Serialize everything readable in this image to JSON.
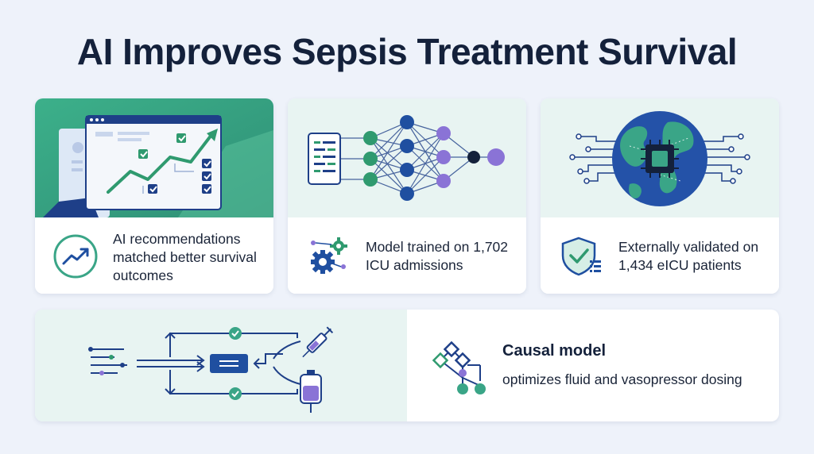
{
  "title": "AI Improves Sepsis Treatment Survival",
  "cards": [
    {
      "text": "AI recommendations matched better survival outcomes",
      "icon": "trend-up-icon"
    },
    {
      "text": "Model trained on 1,702 ICU admissions",
      "icon": "gears-icon"
    },
    {
      "text": "Externally validated on 1,434 eICU patients",
      "icon": "shield-check-icon"
    }
  ],
  "bottom": {
    "heading": "Causal model",
    "text": "optimizes fluid and vasopressor dosing",
    "icon": "causal-graph-icon"
  },
  "colors": {
    "navy": "#14213b",
    "teal": "#3aa587",
    "green": "#2f9a6f",
    "blue": "#1f4fa0",
    "purple": "#8a73d6",
    "panel": "#e8f4f2"
  }
}
